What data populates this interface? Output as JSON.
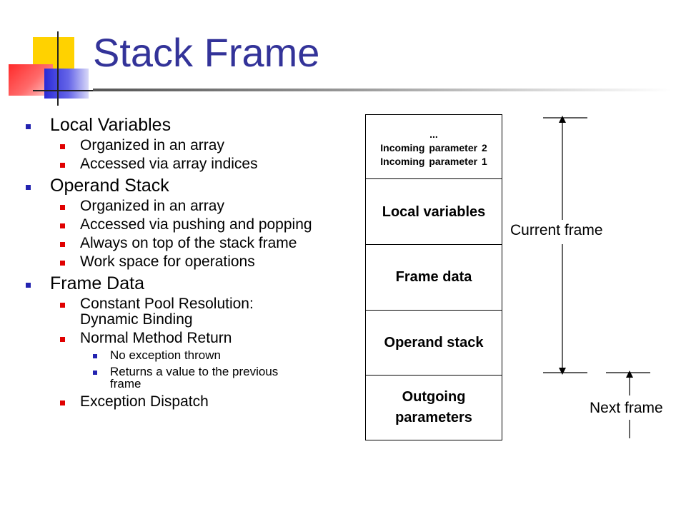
{
  "slide": {
    "title": "Stack Frame"
  },
  "bullets": {
    "local_variables": {
      "label": "Local Variables",
      "items": [
        "Organized in an array",
        "Accessed via array indices"
      ]
    },
    "operand_stack": {
      "label": "Operand Stack",
      "items": [
        "Organized in an array",
        "Accessed via pushing and popping",
        "Always on top of the stack frame",
        "Work space for operations"
      ]
    },
    "frame_data": {
      "label": "Frame Data",
      "constant_pool_line1": "Constant Pool Resolution:",
      "constant_pool_line2": "Dynamic Binding",
      "normal_return": "Normal Method Return",
      "normal_return_items": [
        "No exception thrown"
      ],
      "returns_value_line1": "Returns a value to the previous",
      "returns_value_line2": "frame",
      "exception_dispatch": "Exception Dispatch"
    }
  },
  "diagram": {
    "cells": {
      "incoming": [
        "...",
        "Incoming parameter 2",
        "Incoming parameter 1"
      ],
      "local_variables": "Local variables",
      "frame_data": "Frame data",
      "operand_stack": "Operand stack",
      "outgoing": [
        "Outgoing",
        "parameters"
      ]
    },
    "current_frame_label": "Current frame",
    "next_frame_label": "Next frame"
  },
  "colors": {
    "title": "#333399",
    "level1_bullet": "#2323b0",
    "level2_bullet": "#e00000"
  }
}
